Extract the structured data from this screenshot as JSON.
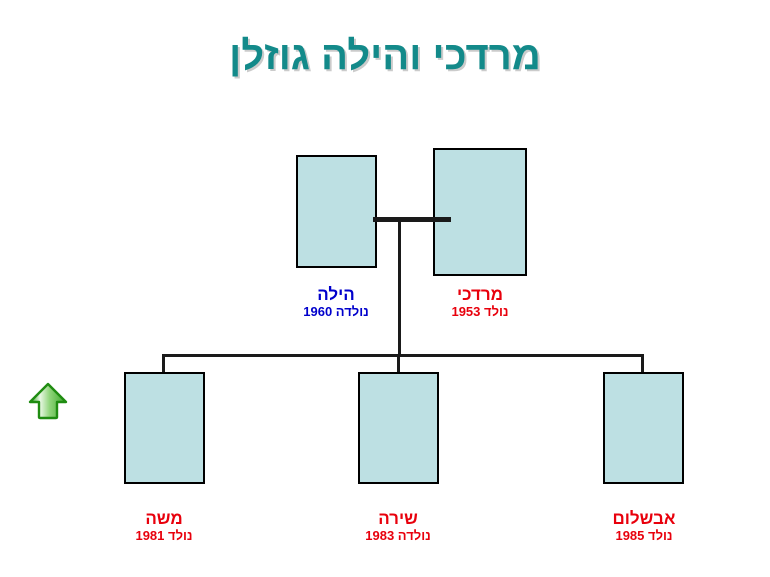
{
  "page": {
    "title": "מרדכי והילה גוזלן",
    "background_color": "#ffffff",
    "title_color": "#138a8a"
  },
  "colors": {
    "box_fill": "#bde0e3",
    "box_border": "#000000",
    "line": "#1a1a1a",
    "female_label": "#0000cc",
    "male_label": "#e8000c",
    "arrow_fill": "#4bb832",
    "arrow_stroke": "#1f8c11"
  },
  "tree": {
    "parents": [
      {
        "name": "הילה",
        "born": "נולדה 1960",
        "color": "#0000cc",
        "role": "mother"
      },
      {
        "name": "מרדכי",
        "born": "נולד 1953",
        "color": "#e8000c",
        "role": "father"
      }
    ],
    "children": [
      {
        "name": "משה",
        "born": "נולד 1981",
        "color": "#e8000c",
        "role": "son"
      },
      {
        "name": "שירה",
        "born": "נולדה 1983",
        "color": "#e8000c",
        "role": "daughter"
      },
      {
        "name": "אבשלום",
        "born": "נולד 1985",
        "color": "#e8000c",
        "role": "son"
      }
    ]
  },
  "navigation": {
    "up_arrow_icon": "up-arrow-icon"
  }
}
